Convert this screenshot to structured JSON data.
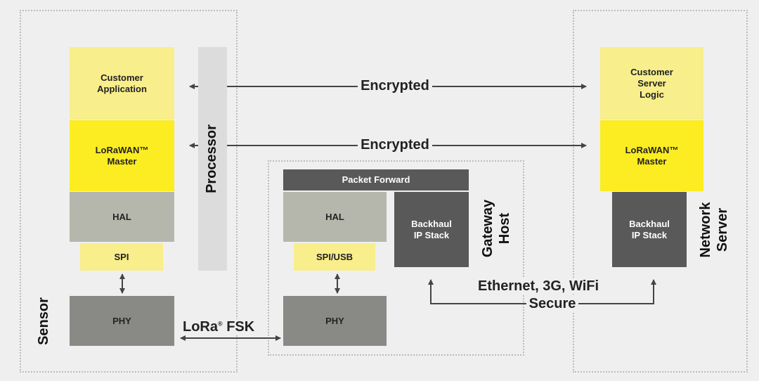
{
  "zones": {
    "sensor_label": "Sensor",
    "gateway_label": "Gateway\nHost",
    "network_label": "Network\nServer",
    "processor_label": "Processor"
  },
  "sensor": {
    "customer_app": "Customer\nApplication",
    "lorawan": "LoRaWAN™\nMaster",
    "hal": "HAL",
    "spi": "SPI",
    "phy": "PHY"
  },
  "gateway": {
    "packet_forward": "Packet Forward",
    "hal": "HAL",
    "backhaul": "Backhaul\nIP Stack",
    "spi_usb": "SPI/USB",
    "phy": "PHY"
  },
  "server": {
    "customer_logic": "Customer\nServer\nLogic",
    "lorawan": "LoRaWAN™\nMaster",
    "backhaul": "Backhaul\nIP Stack"
  },
  "links": {
    "encrypted_top": "Encrypted",
    "encrypted_mid": "Encrypted",
    "lora_prefix": "LoRa",
    "lora_reg": "®",
    "lora_suffix": " FSK",
    "ethernet": "Ethernet, 3G, WiFi",
    "secure": "Secure"
  },
  "colors": {
    "light_yellow": "#f8ee8c",
    "yellow": "#fcec22",
    "light_gray": "#b5b7ad",
    "gray": "#898a85",
    "dark_gray": "#595959"
  }
}
